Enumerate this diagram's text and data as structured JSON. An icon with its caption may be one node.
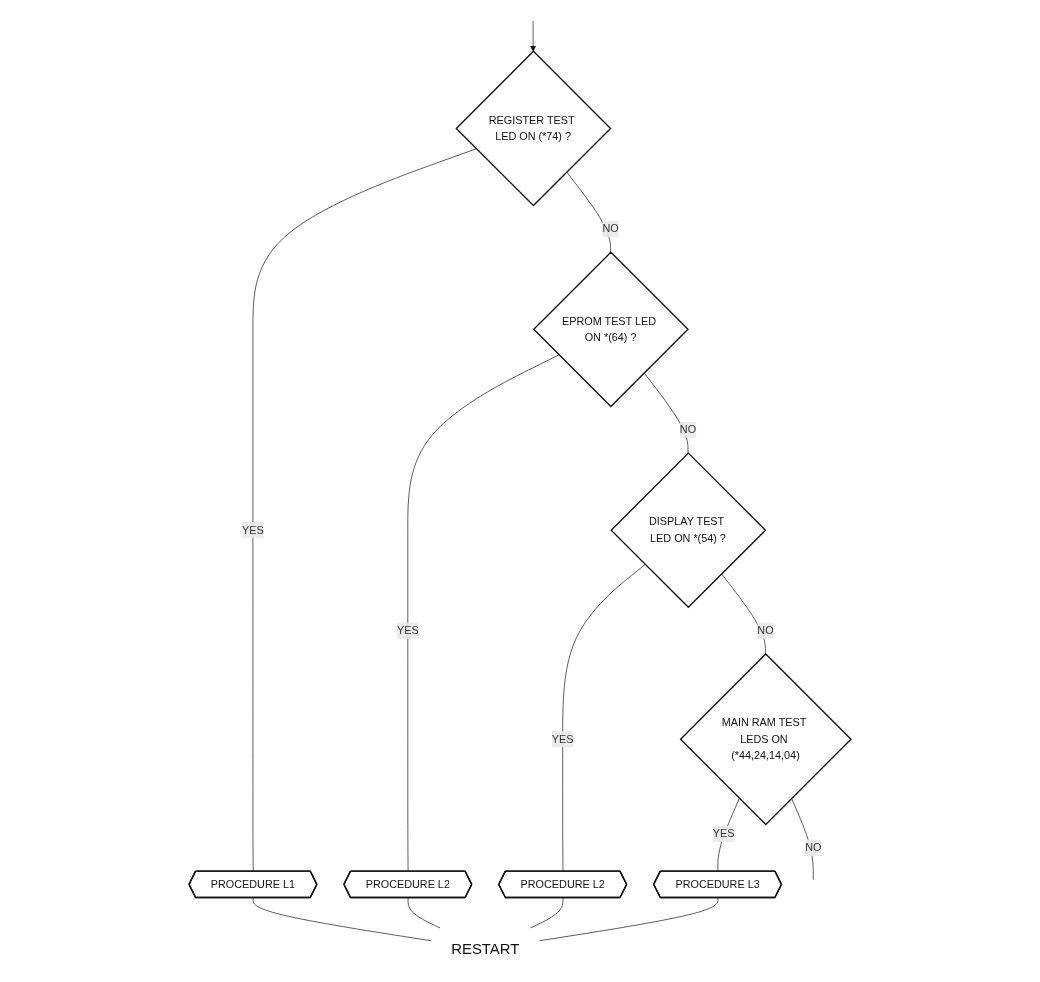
{
  "diagram": {
    "nodes": [
      {
        "text": [
          "REGISTER TEST LED ON (*74) ?"
        ]
      },
      {
        "text": [
          "PROCEDURE L1"
        ]
      },
      {
        "text": [
          "EPROM TEST LED ON *(64) ?"
        ]
      },
      {
        "text": [
          "PROCEDURE L2"
        ]
      },
      {
        "text": [
          "DISPLAY TEST LED ON *(54) ?"
        ]
      },
      {
        "text": [
          "PROCEDURE L2"
        ]
      },
      {
        "text": [
          "MAIN RAM TEST LEDS ON (*44,24,14,04)"
        ]
      },
      {
        "text": [
          "PROCEDURE L3"
        ]
      },
      {
        "text": [
          "RESTART"
        ]
      }
    ],
    "edges": [
      {
        "from": null,
        "to": 0,
        "arrow": "to"
      },
      {
        "from": 0,
        "to": 1,
        "arrow": "none",
        "label": "YES"
      },
      {
        "from": 0,
        "to": 2,
        "arrow": "none",
        "label": "NO"
      },
      {
        "from": 2,
        "to": 3,
        "arrow": "none",
        "label": "YES"
      },
      {
        "from": 2,
        "to": 4,
        "arrow": "none",
        "label": "NO"
      },
      {
        "from": 4,
        "to": 5,
        "arrow": "none",
        "label": "YES"
      },
      {
        "from": 4,
        "to": 6,
        "arrow": "none",
        "label": "NO"
      },
      {
        "from": 6,
        "to": 7,
        "arrow": "none",
        "label": "YES"
      },
      {
        "from": 6,
        "to": null,
        "arrow": "none",
        "label": "NO"
      },
      {
        "from": 1,
        "to": 8,
        "arrow": "none"
      },
      {
        "from": 3,
        "to": 8,
        "arrow": "none"
      },
      {
        "from": 5,
        "to": 8,
        "arrow": "none"
      },
      {
        "from": 7,
        "to": 8,
        "arrow": "none"
      }
    ]
  }
}
